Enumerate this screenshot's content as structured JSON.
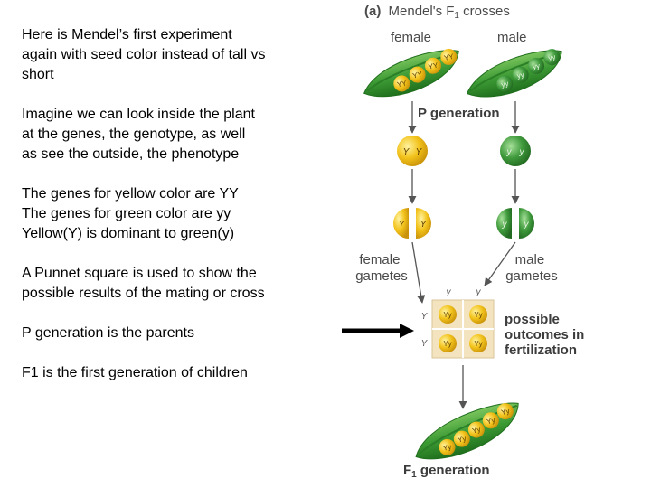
{
  "slide": {
    "paragraphs": [
      {
        "lines": [
          "Here is Mendel’s first experiment",
          "again with seed color instead of tall vs",
          "short"
        ]
      },
      {
        "lines": [
          "Imagine we can look inside the plant",
          "at the genes, the genotype,  as well",
          "as see the outside, the phenotype"
        ]
      },
      {
        "lines": [
          "The genes for yellow color are YY",
          "The genes for green color are yy",
          "Yellow(Y) is dominant to green(y)"
        ]
      },
      {
        "lines": [
          "A Punnet square is used to show the",
          "possible results of the mating or cross"
        ]
      },
      {
        "lines": [
          "P generation is the parents"
        ]
      },
      {
        "lines": [
          "F1 is the first generation of children"
        ]
      }
    ]
  },
  "figure": {
    "title_prefix": "(a)",
    "title_main": "Mendel's F",
    "title_sub": "1",
    "title_suffix": " crosses",
    "female_label": "female",
    "male_label": "male",
    "female_pod_peas": [
      "YY",
      "YY",
      "YY",
      "YY"
    ],
    "male_pod_peas": [
      "yy",
      "yy",
      "yy",
      "yy"
    ],
    "p_generation_label": "P generation",
    "parent_yellow": [
      "Y",
      "Y"
    ],
    "parent_green": [
      "y",
      "y"
    ],
    "gamete_yellow": [
      "Y",
      "Y"
    ],
    "gamete_green": [
      "y",
      "y"
    ],
    "female_gametes_lines": [
      "female",
      "gametes"
    ],
    "male_gametes_lines": [
      "male",
      "gametes"
    ],
    "punnett": {
      "col_headers": [
        "y",
        "y"
      ],
      "row_headers": [
        "Y",
        "Y"
      ],
      "cells": [
        "Yy",
        "Yy",
        "Yy",
        "Yy"
      ]
    },
    "outcomes_lines": [
      "possible",
      "outcomes in",
      "fertilization"
    ],
    "f1_pod_peas": [
      "Yy",
      "Yy",
      "Yy",
      "Yy",
      "Yy"
    ],
    "f1_label_main": "F",
    "f1_label_sub": "1",
    "f1_label_suffix": " generation"
  },
  "colors": {
    "text": "#000000",
    "diagram_text": "#4a4a4a",
    "bold_label": "#3c3c3c",
    "pea_yellow": "#f2c21a",
    "pea_green": "#3f9a3c",
    "pod_green": "#3c9a34",
    "pod_dark": "#1f6e1c",
    "punnett_bg": "#f4e3bf",
    "arrow_gray": "#555555",
    "pointer_arrow": "#000000"
  }
}
